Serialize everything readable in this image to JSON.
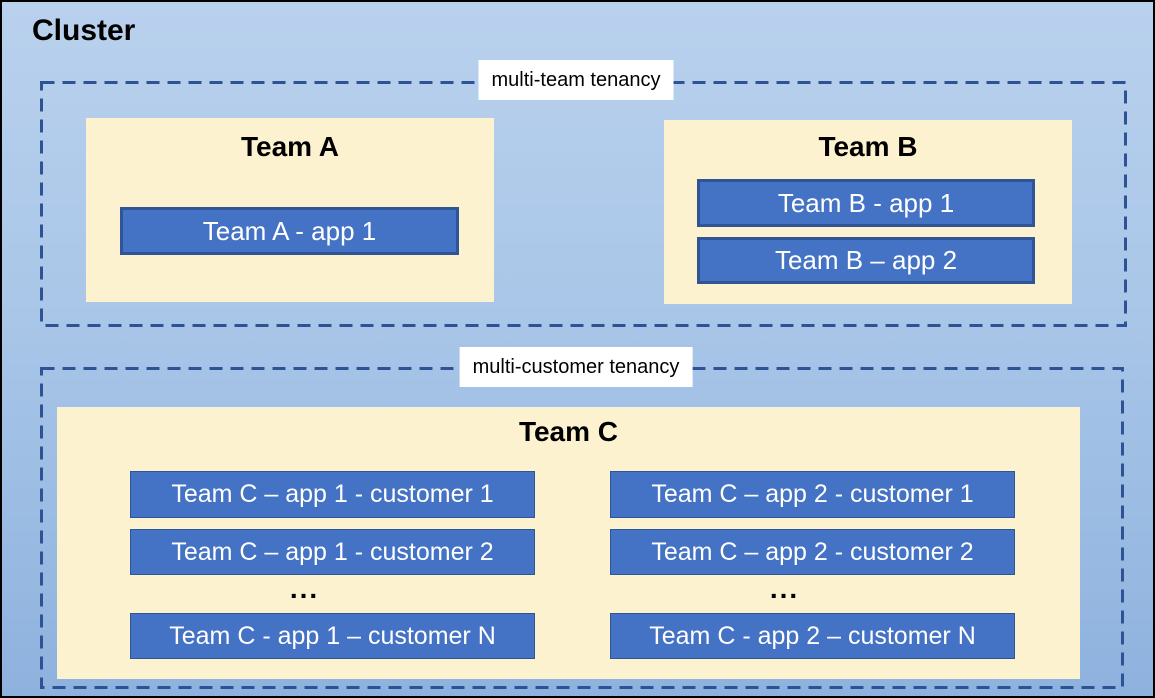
{
  "cluster": {
    "title": "Cluster"
  },
  "groups": {
    "multi_team": {
      "label": "multi-team tenancy",
      "teams": [
        {
          "name": "Team A",
          "apps": [
            "Team A - app 1"
          ]
        },
        {
          "name": "Team B",
          "apps": [
            "Team B - app 1",
            "Team B – app 2"
          ]
        }
      ]
    },
    "multi_customer": {
      "label": "multi-customer tenancy",
      "teams": [
        {
          "name": "Team C",
          "columns": [
            {
              "rows": [
                "Team C – app 1 - customer 1",
                "Team C – app 1 - customer 2"
              ],
              "ellipsis": "...",
              "last_row": "Team C - app 1 – customer N"
            },
            {
              "rows": [
                "Team C – app 2 - customer 1",
                "Team C – app 2 - customer 2"
              ],
              "ellipsis": "...",
              "last_row": "Team C - app 2 – customer N"
            }
          ]
        }
      ]
    }
  },
  "colors": {
    "canvas_top": "#B9D1ED",
    "canvas_bottom": "#8EB2DE",
    "team_fill": "#FCF2CF",
    "app_fill": "#4472C4",
    "app_border": "#2F5597",
    "dashed_border": "#2E5395",
    "label_bg": "#FFFFFF",
    "app_text": "#FFFFFF",
    "title_text": "#000000"
  }
}
